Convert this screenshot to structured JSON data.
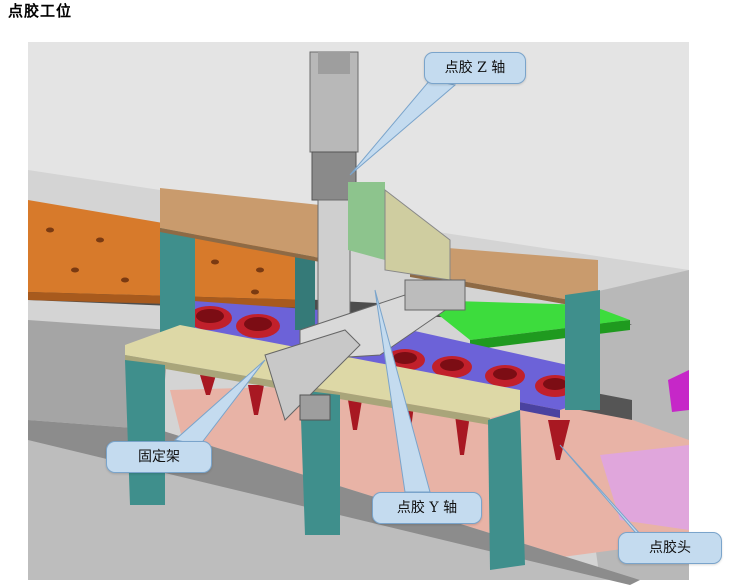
{
  "title": "点胶工位",
  "callouts": {
    "z_axis": "点胶 Z 轴",
    "y_axis": "点胶 Y 轴",
    "fixed_frame": "固定架",
    "dispense_head": "点胶头"
  },
  "colors": {
    "background": "#d6d6d6",
    "orange_plate": "#d97a2a",
    "teal_legs": "#3f8f8c",
    "wood_top": "#c79a6c",
    "cream_beam": "#ddd9a8",
    "green_plate": "#3ddc3d",
    "purple_pallet": "#6a5fd6",
    "red_parts": "#c21f2a",
    "pink_base": "#e9b3a8",
    "gray_rail": "#9d9d9d",
    "callout_fill": "#c4dbef"
  }
}
